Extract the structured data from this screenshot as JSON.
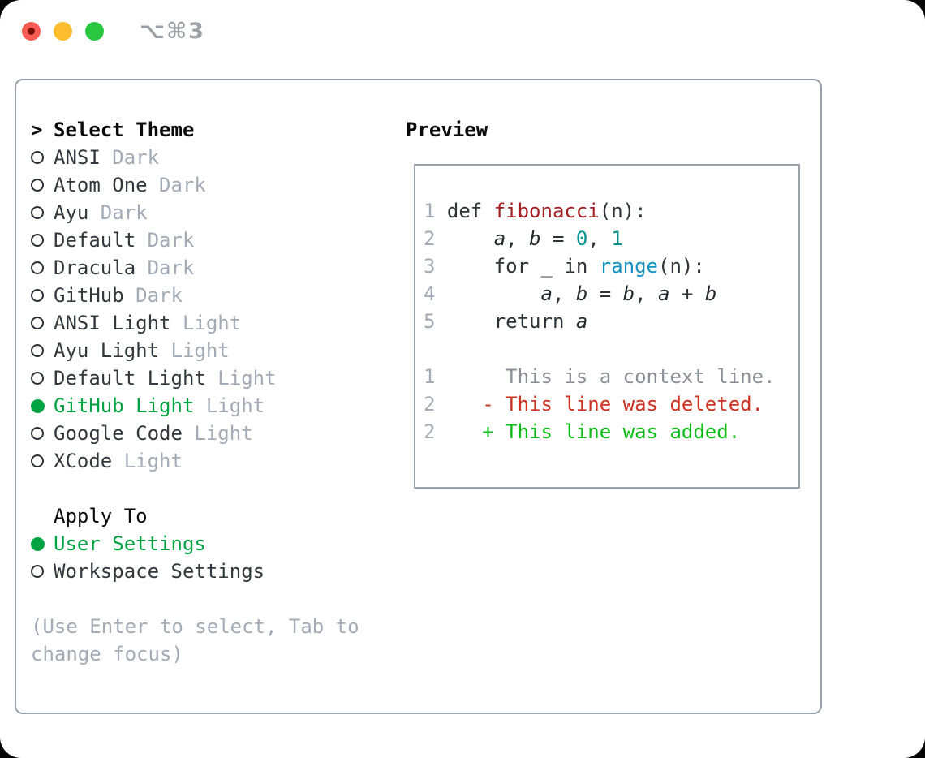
{
  "window": {
    "shortcut": "⌥⌘3",
    "traffic_lights": [
      {
        "name": "close",
        "color": "#f75b52"
      },
      {
        "name": "minimize",
        "color": "#fdbd2e"
      },
      {
        "name": "zoom",
        "color": "#2ac840"
      }
    ]
  },
  "theme_menu": {
    "prompt": ">",
    "title": "Select Theme",
    "items": [
      {
        "name": "ANSI",
        "variant": "Dark",
        "selected": false
      },
      {
        "name": "Atom One",
        "variant": "Dark",
        "selected": false
      },
      {
        "name": "Ayu",
        "variant": "Dark",
        "selected": false
      },
      {
        "name": "Default",
        "variant": "Dark",
        "selected": false
      },
      {
        "name": "Dracula",
        "variant": "Dark",
        "selected": false
      },
      {
        "name": "GitHub",
        "variant": "Dark",
        "selected": false
      },
      {
        "name": "ANSI Light",
        "variant": "Light",
        "selected": false
      },
      {
        "name": "Ayu Light",
        "variant": "Light",
        "selected": false
      },
      {
        "name": "Default Light",
        "variant": "Light",
        "selected": false
      },
      {
        "name": "GitHub Light",
        "variant": "Light",
        "selected": true
      },
      {
        "name": "Google Code",
        "variant": "Light",
        "selected": false
      },
      {
        "name": "XCode",
        "variant": "Light",
        "selected": false
      }
    ]
  },
  "apply_to": {
    "title": "Apply To",
    "options": [
      {
        "label": "User Settings",
        "selected": true
      },
      {
        "label": "Workspace Settings",
        "selected": false
      }
    ]
  },
  "hint_lines": [
    "(Use Enter to select, Tab to",
    "change focus)"
  ],
  "preview": {
    "title": "Preview",
    "lines": [
      {
        "num": "1",
        "segments": [
          {
            "t": "def ",
            "c": ""
          },
          {
            "t": "fibonacci",
            "c": "fn"
          },
          {
            "t": "(n):",
            "c": ""
          }
        ]
      },
      {
        "num": "2",
        "segments": [
          {
            "t": "    ",
            "c": ""
          },
          {
            "t": "a",
            "c": "var"
          },
          {
            "t": ", ",
            "c": ""
          },
          {
            "t": "b",
            "c": "var"
          },
          {
            "t": " = ",
            "c": ""
          },
          {
            "t": "0",
            "c": "num"
          },
          {
            "t": ", ",
            "c": ""
          },
          {
            "t": "1",
            "c": "num"
          }
        ]
      },
      {
        "num": "3",
        "segments": [
          {
            "t": "    for _ in ",
            "c": ""
          },
          {
            "t": "range",
            "c": "builtin"
          },
          {
            "t": "(n):",
            "c": ""
          }
        ]
      },
      {
        "num": "4",
        "segments": [
          {
            "t": "        ",
            "c": ""
          },
          {
            "t": "a",
            "c": "var"
          },
          {
            "t": ", ",
            "c": ""
          },
          {
            "t": "b",
            "c": "var"
          },
          {
            "t": " = ",
            "c": ""
          },
          {
            "t": "b",
            "c": "var"
          },
          {
            "t": ", ",
            "c": ""
          },
          {
            "t": "a",
            "c": "var"
          },
          {
            "t": " + ",
            "c": ""
          },
          {
            "t": "b",
            "c": "var"
          }
        ]
      },
      {
        "num": "5",
        "segments": [
          {
            "t": "    return ",
            "c": ""
          },
          {
            "t": "a",
            "c": "var"
          }
        ]
      },
      {
        "blank": true
      },
      {
        "num": "1",
        "segments": [
          {
            "t": "     This is a context line.",
            "c": "ctx"
          }
        ]
      },
      {
        "num": "2",
        "segments": [
          {
            "t": "   - This line was deleted.",
            "c": "del"
          }
        ]
      },
      {
        "num": "2",
        "segments": [
          {
            "t": "   + This line was added.",
            "c": "add"
          }
        ]
      }
    ]
  },
  "colors": {
    "selection_green": "#00a342",
    "added_green": "#0cbd17",
    "deleted_red": "#cc3322",
    "function_red": "#a41e22",
    "number_teal": "#009490",
    "builtin_blue": "#1592c4",
    "muted_gray": "#a2abb6",
    "context_gray": "#8b9097",
    "border_gray": "#99a1ab"
  }
}
